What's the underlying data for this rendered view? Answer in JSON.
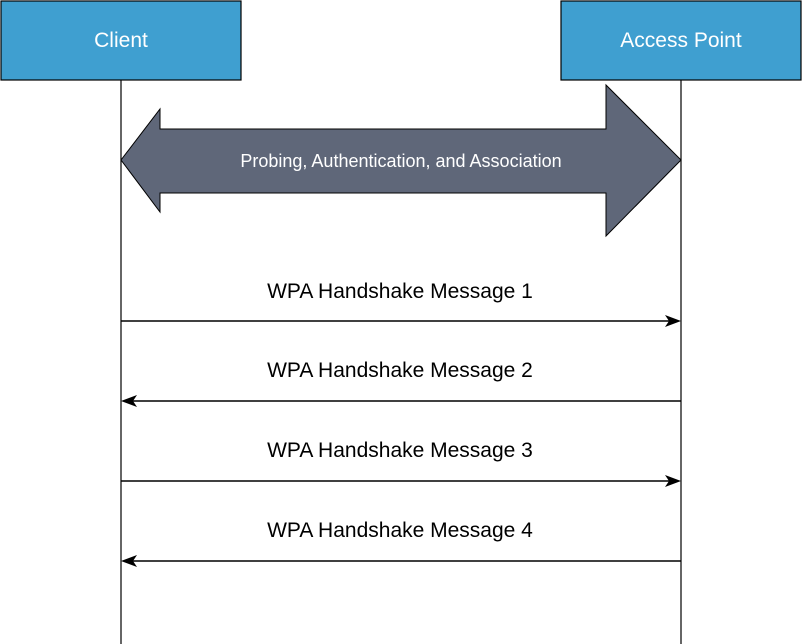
{
  "participants": [
    {
      "label": "Client",
      "color": "#3f9fd0"
    },
    {
      "label": "Access Point",
      "color": "#3f9fd0"
    }
  ],
  "association": {
    "label": "Probing, Authentication, and Association",
    "color": "#5f6779",
    "direction": "both"
  },
  "messages": [
    {
      "label": "WPA Handshake Message 1",
      "from": "Client",
      "to": "Access Point"
    },
    {
      "label": "WPA Handshake Message 2",
      "from": "Access Point",
      "to": "Client"
    },
    {
      "label": "WPA Handshake Message 3",
      "from": "Client",
      "to": "Access Point"
    },
    {
      "label": "WPA Handshake Message 4",
      "from": "Access Point",
      "to": "Client"
    }
  ]
}
